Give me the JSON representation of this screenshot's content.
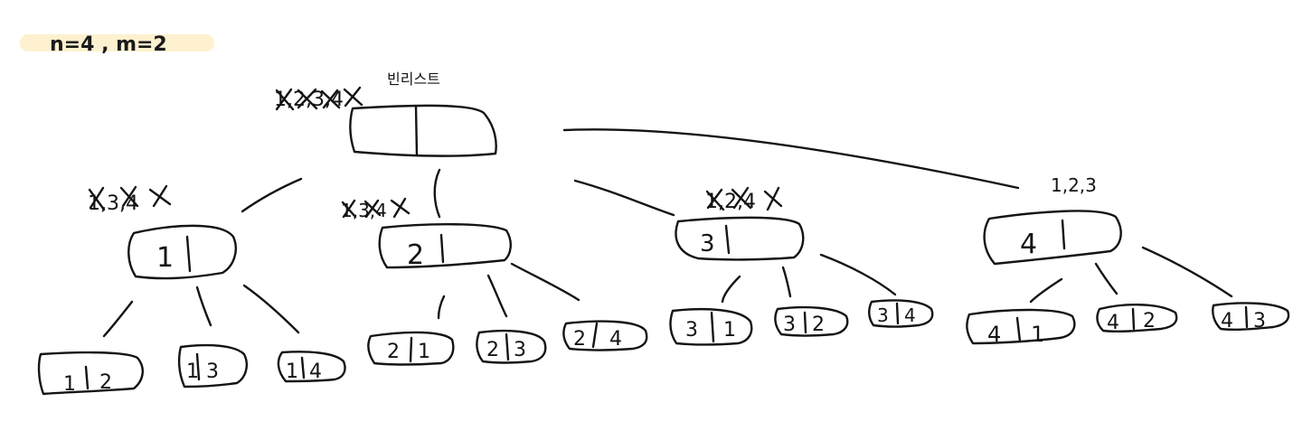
{
  "title": "n=4 , m=2",
  "highlight_color": "#fdf1cf",
  "ink_color": "#141414",
  "root": {
    "cells": [
      "",
      ""
    ],
    "note": "빈리스트",
    "crossed_label": "1,2,3,4"
  },
  "level1": [
    {
      "cells": [
        "1",
        ""
      ],
      "crossed_label": "1,3,4"
    },
    {
      "cells": [
        "2",
        ""
      ],
      "crossed_label": "1,3,4"
    },
    {
      "cells": [
        "3",
        ""
      ],
      "crossed_label": "1,2,4"
    },
    {
      "cells": [
        "4",
        ""
      ],
      "label": "1,2,3"
    }
  ],
  "level2": [
    [
      "1",
      "2"
    ],
    [
      "1",
      "3"
    ],
    [
      "1",
      "4"
    ],
    [
      "2",
      "1"
    ],
    [
      "2",
      "3"
    ],
    [
      "2",
      "4"
    ],
    [
      "3",
      "1"
    ],
    [
      "3",
      "2"
    ],
    [
      "3",
      "4"
    ],
    [
      "4",
      "1"
    ],
    [
      "4",
      "2"
    ],
    [
      "4",
      "3"
    ]
  ]
}
